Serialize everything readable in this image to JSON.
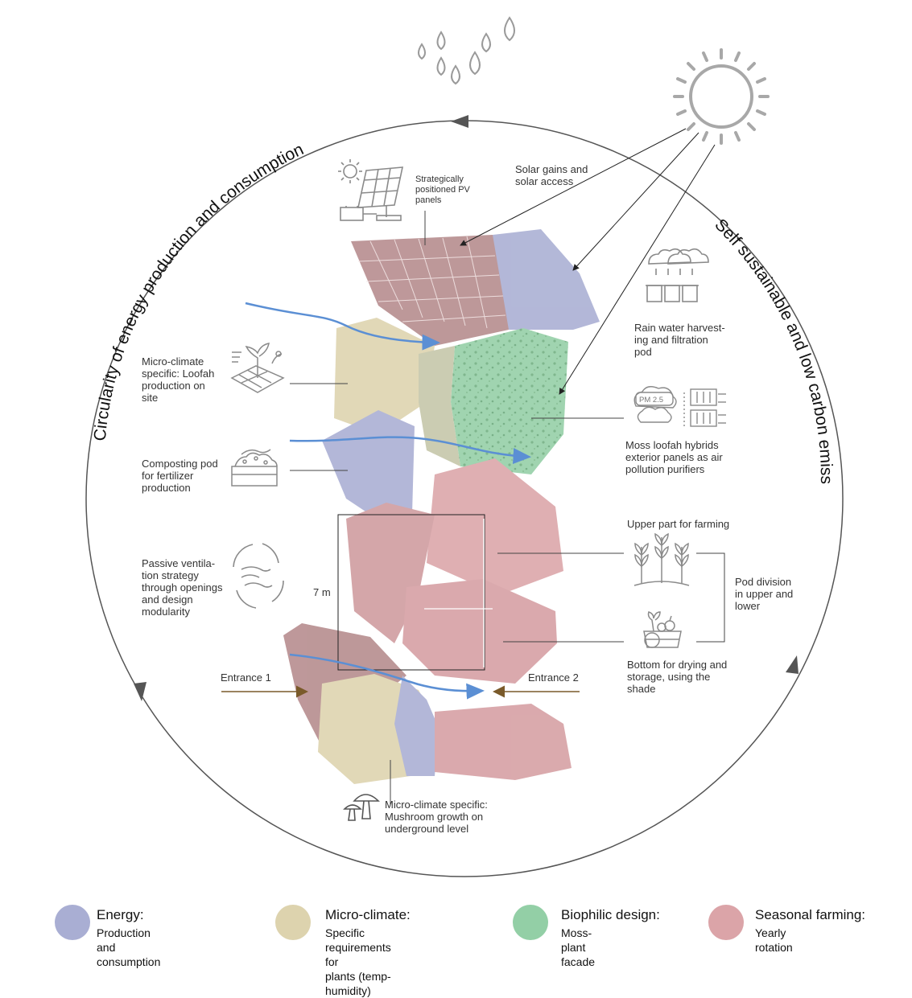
{
  "arc_text": {
    "left": "Circularity of energy production and consumption",
    "right": "Self sustainable  and low carbon emission"
  },
  "labels": {
    "pv": "Strategically\npositioned PV\npanels",
    "solar": "Solar gains and\nsolar access",
    "rain": "Rain water harvest-\ning and filtration\npod",
    "loofah": "Micro-climate\nspecific: Loofah\nproduction on\nsite",
    "compost": "Composting pod\nfor fertilizer\nproduction",
    "moss": "Moss loofah hybrids\nexterior panels as air\npollution purifiers",
    "upper": "Upper part for farming",
    "division": "Pod division\nin upper and\nlower",
    "ventilation": "Passive ventila-\ntion strategy\nthrough openings\nand design\nmodularity",
    "height": "7 m",
    "bottom": "Bottom for drying and\nstorage, using the\nshade",
    "entrance1": "Entrance 1",
    "entrance2": "Entrance 2",
    "mushroom": "Micro-climate specific:\nMushroom growth on\nunderground level",
    "pm": "PM 2.5"
  },
  "legend": [
    {
      "title": "Energy:",
      "subtitle": "Production and consumption",
      "color": "#a9aed3"
    },
    {
      "title": "Micro-climate:",
      "subtitle": "Specific requirements for\nplants (temp-humidity)",
      "color": "#ddd3ae"
    },
    {
      "title": "Biophilic design:",
      "subtitle": "Moss-plant facade",
      "color": "#93cfa6"
    },
    {
      "title": "Seasonal farming:",
      "subtitle": "Yearly rotation",
      "color": "#dba4a8"
    }
  ],
  "colors": {
    "energy": "#a9aed3",
    "microclimate": "#ddd3ae",
    "biophilic": "#93cfa6",
    "farming": "#dba4a8",
    "airflow": "#5b8fd4",
    "entrance_arrow": "#7a5a2a",
    "icon_gray": "#8a8a8a"
  },
  "icons": [
    "raindrop-icon",
    "sun-icon",
    "solar-panel-icon",
    "rain-harvest-icon",
    "loofah-plant-icon",
    "air-purifier-icon",
    "compost-icon",
    "ventilation-icon",
    "wheat-icon",
    "vegetable-basket-icon",
    "mushroom-icon"
  ]
}
